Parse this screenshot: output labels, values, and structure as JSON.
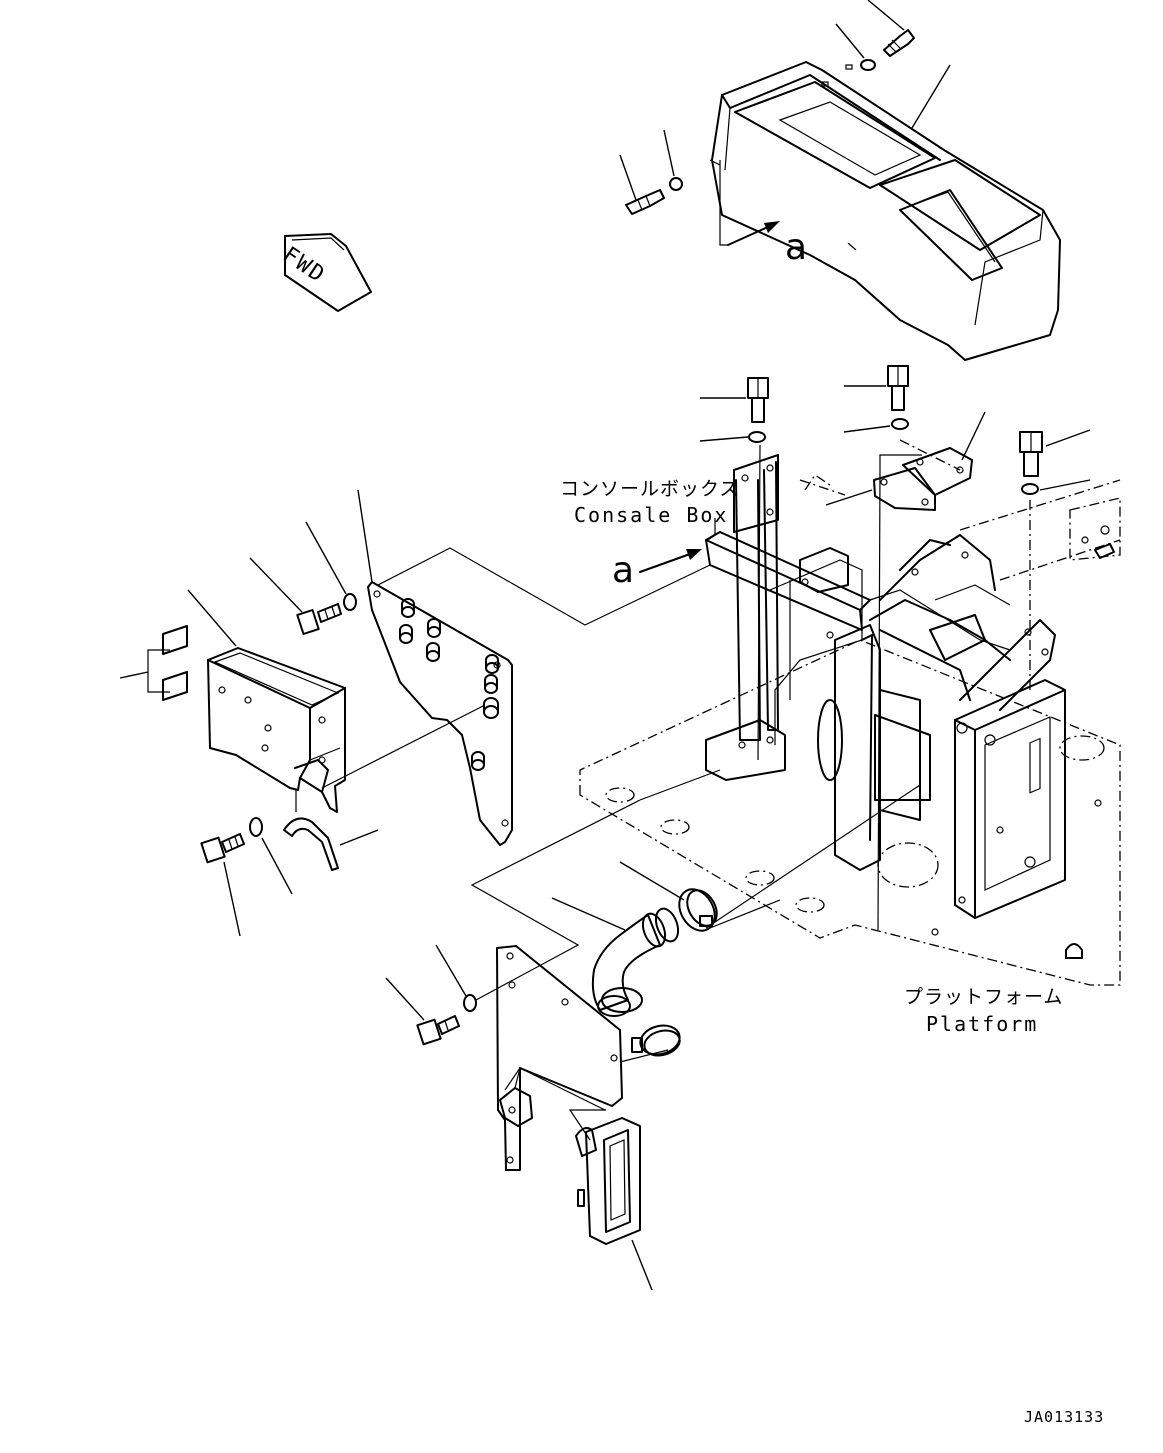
{
  "labels": {
    "fwd": "FWD",
    "view_mark_top": "a",
    "view_mark_mid": "a",
    "console_box_jp": "コンソールボックス",
    "console_box_en": "Consale Box",
    "platform_jp": "プラットフォーム",
    "platform_en": "Platform",
    "drawing_code": "JA013133"
  }
}
